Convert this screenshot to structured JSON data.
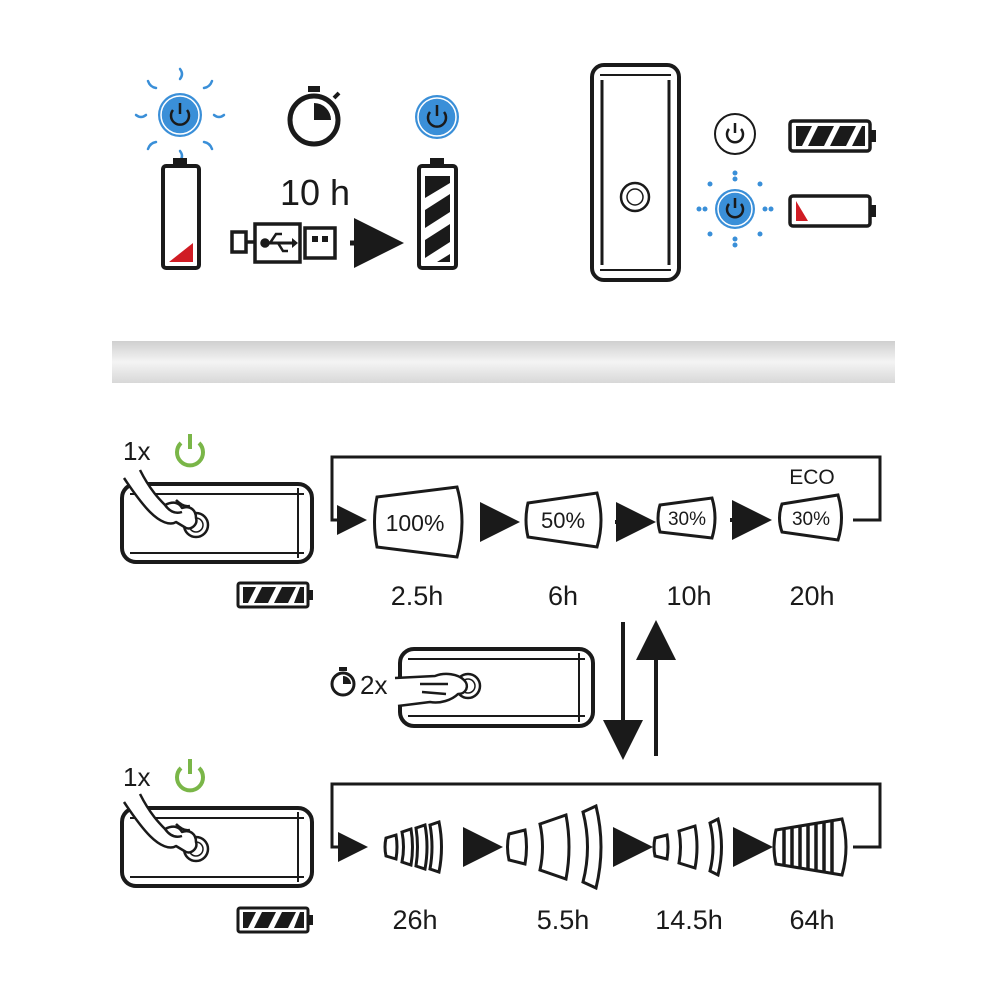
{
  "charging": {
    "time_label": "10 h",
    "battery_state": "low-to-full"
  },
  "indicator": {
    "normal": "power-button-white-battery-full",
    "low": "power-button-blue-flashing-battery-low"
  },
  "mode_group_1": {
    "press_label": "1x",
    "modes": [
      {
        "label": "100%",
        "runtime": "2.5h"
      },
      {
        "label": "50%",
        "runtime": "6h"
      },
      {
        "label": "30%",
        "runtime": "10h"
      },
      {
        "label": "30%",
        "runtime": "20h",
        "tag": "ECO"
      }
    ]
  },
  "switch": {
    "press_label": "2x"
  },
  "mode_group_2": {
    "press_label": "1x",
    "modes": [
      {
        "runtime": "26h",
        "pattern": "pulse-rings"
      },
      {
        "runtime": "5.5h",
        "pattern": "wide-flash"
      },
      {
        "runtime": "14.5h",
        "pattern": "medium-flash"
      },
      {
        "runtime": "64h",
        "pattern": "dense-flash"
      }
    ]
  },
  "colors": {
    "blue": "#3a8fd8",
    "green": "#7ab648",
    "red": "#d01c24",
    "black": "#1a1a1a",
    "separator": "#e3e3e3"
  }
}
